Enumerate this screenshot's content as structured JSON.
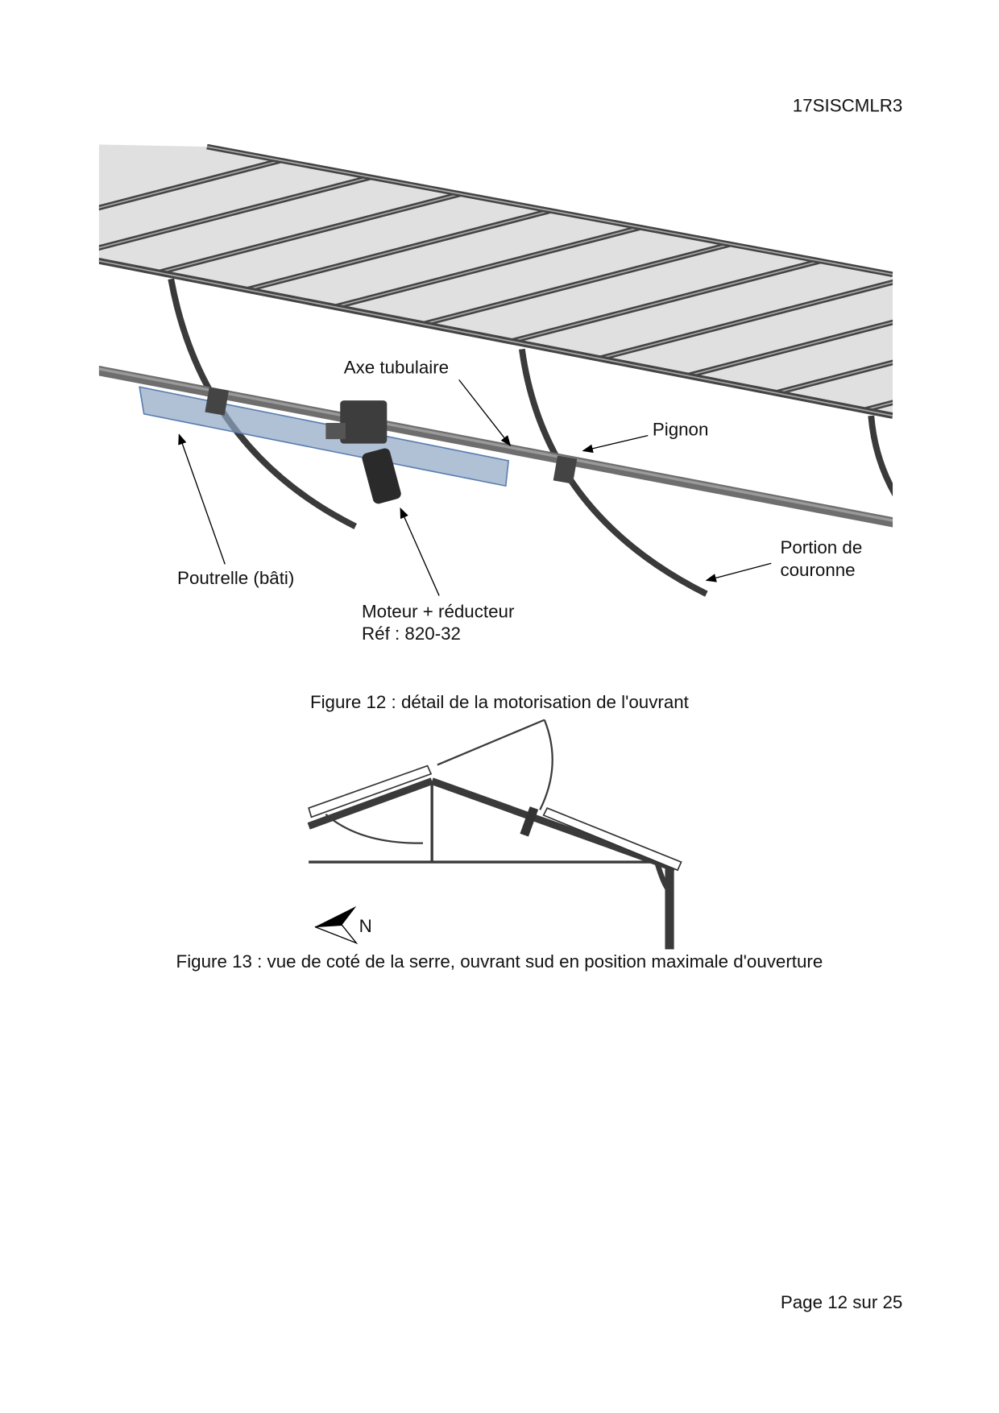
{
  "header": {
    "doc_code": "17SISCMLR3"
  },
  "figure12": {
    "labels": {
      "axe": "Axe tubulaire",
      "pignon": "Pignon",
      "poutrelle": "Poutrelle (bâti)",
      "moteur_line1": "Moteur + réducteur",
      "moteur_line2": "Réf : 820-32",
      "couronne_line1": "Portion de",
      "couronne_line2": "couronne"
    },
    "caption": "Figure 12 : détail de la motorisation de l'ouvrant"
  },
  "figure13": {
    "north_label": "N",
    "caption": "Figure 13 : vue de coté de la serre, ouvrant sud en position maximale d'ouverture"
  },
  "footer": {
    "page": "Page 12 sur 25"
  },
  "colors": {
    "panel": "#e0e0e0",
    "frame": "#3a3a3a",
    "beam": "#8fa6c4"
  }
}
